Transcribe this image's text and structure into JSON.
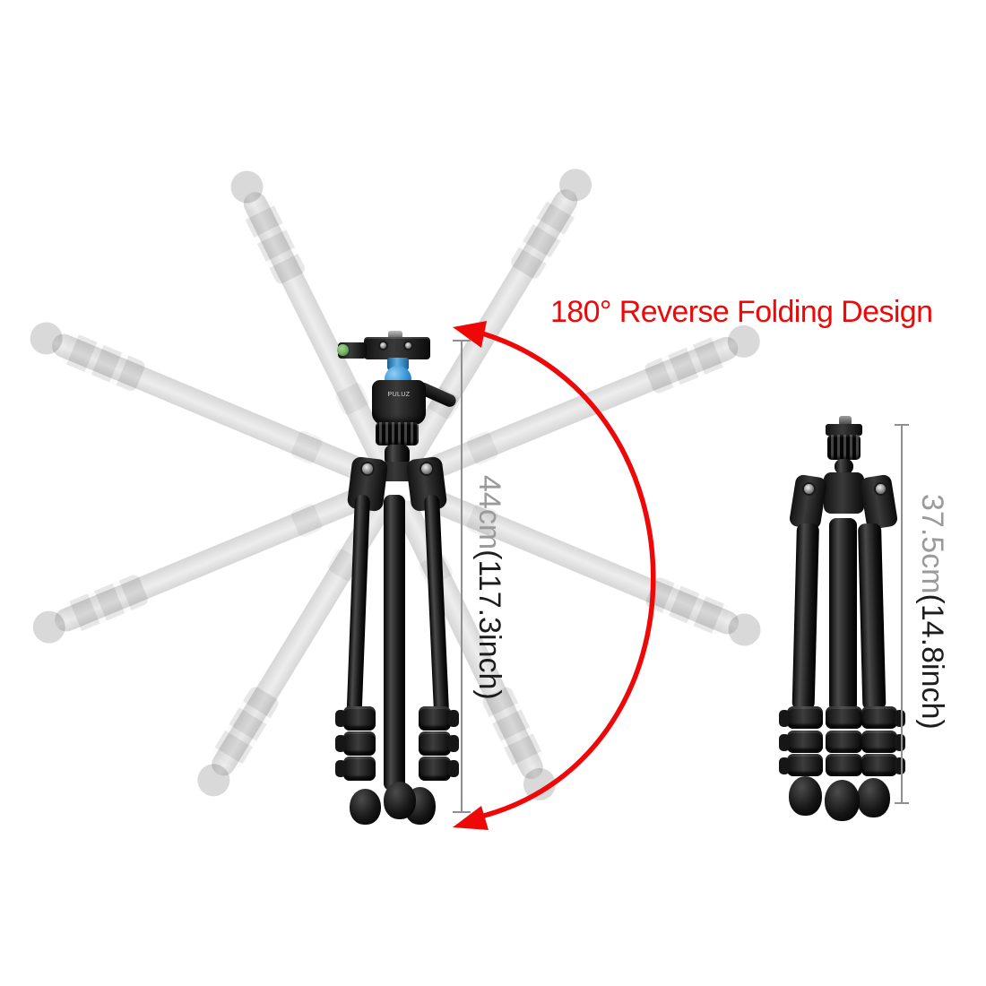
{
  "heading": {
    "text": "180° Reverse Folding Design"
  },
  "dimensions": {
    "extended": {
      "metric": "44cm",
      "imperial": "(117.3inch)"
    },
    "folded": {
      "metric": "37.5cm",
      "imperial": "(14.8inch)"
    }
  },
  "brand": {
    "logo": "PULUZ"
  },
  "colors": {
    "accent_red": "#ee0808",
    "ball_blue": "#2f8ed5",
    "knob_green": "#6faf5f",
    "tripod_black": "#141414",
    "ghost_gray": "rgba(0,0,0,0.13)",
    "dim_line_gray": "#8f8f8f",
    "metric_text_gray": "#9a9a9a",
    "imperial_text_dark": "#1d1d1d",
    "background": "#ffffff"
  }
}
